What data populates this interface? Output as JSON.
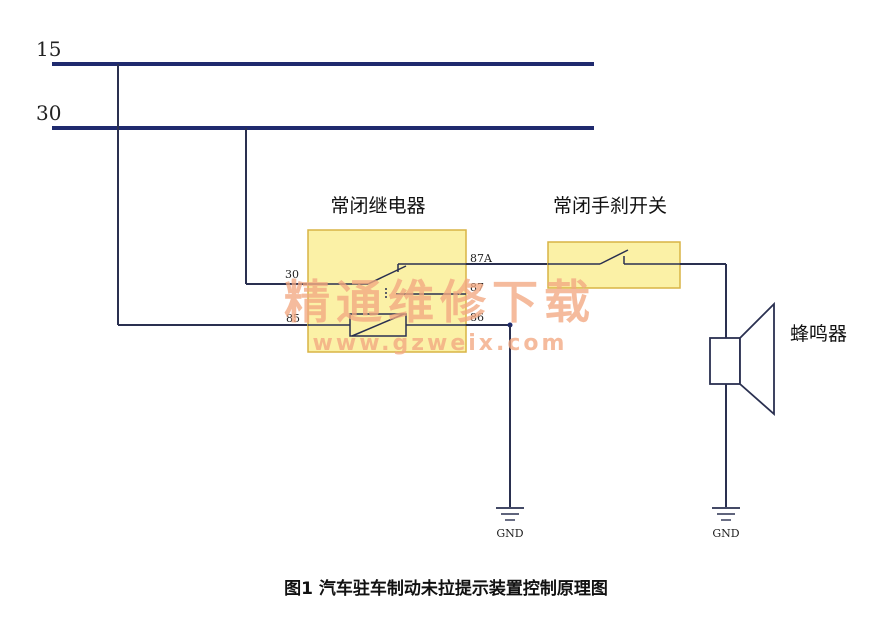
{
  "rails": {
    "top_label": "15",
    "second_label": "30"
  },
  "relay": {
    "title": "常闭继电器",
    "pins": {
      "p30": "30",
      "p87": "87",
      "p87a": "87A",
      "p85": "85",
      "p86": "86"
    }
  },
  "handbrake_switch": {
    "title": "常闭手刹开关"
  },
  "buzzer": {
    "label": "蜂鸣器"
  },
  "grounds": {
    "left": "GND",
    "right": "GND"
  },
  "watermark": {
    "main": "精通维修下载",
    "url": "www.gzweix.com"
  },
  "caption": "图1   汽车驻车制动未拉提示装置控制原理图",
  "colors": {
    "rail": "#1f2a6e",
    "wire": "#2a3050",
    "box_fill": "#fbf1a6",
    "box_stroke": "#d8b445",
    "watermark": "#f2a882"
  }
}
